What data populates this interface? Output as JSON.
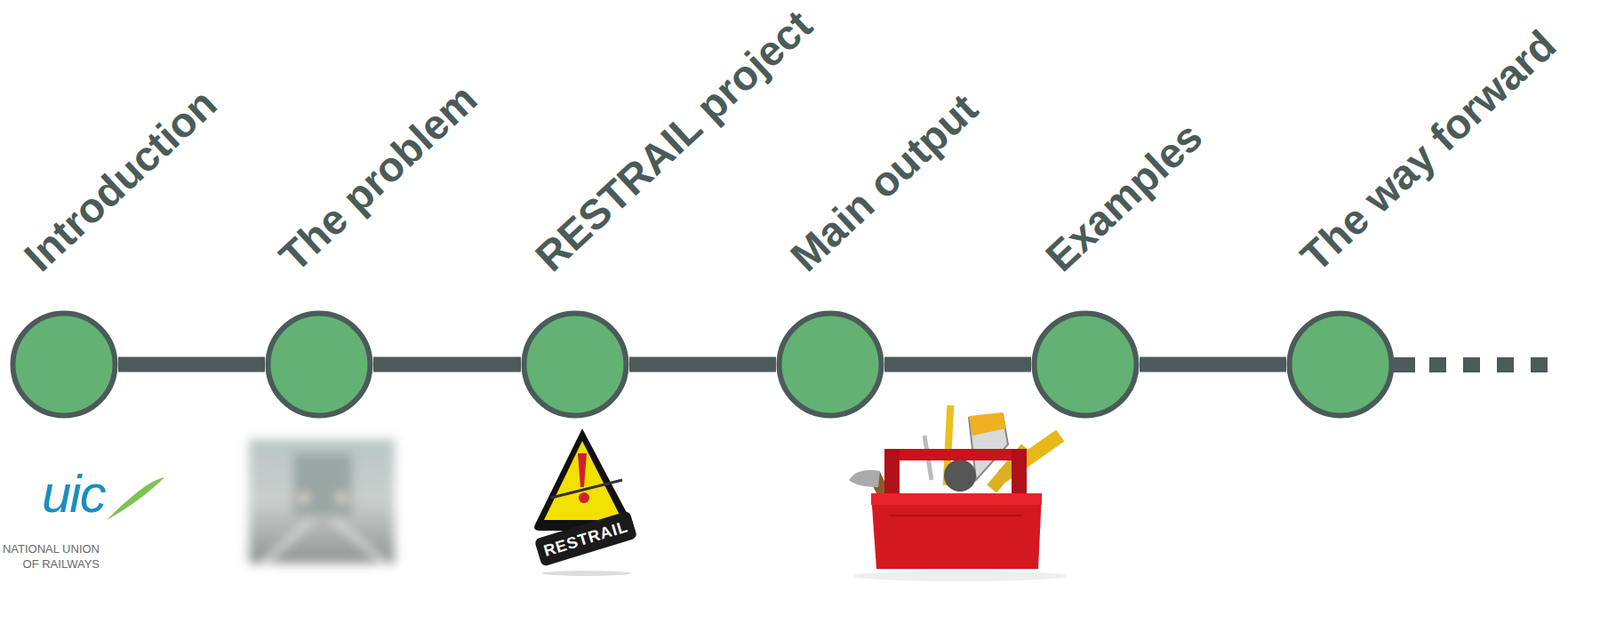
{
  "diagram": {
    "nodes": [
      {
        "text": [
          "Introduction"
        ]
      },
      {
        "text": [
          "The problem"
        ]
      },
      {
        "text": [
          "RESTRAIL project"
        ]
      },
      {
        "text": [
          "Main output"
        ]
      },
      {
        "text": [
          "Examples"
        ]
      },
      {
        "text": [
          "The way forward"
        ]
      }
    ],
    "edges": [
      {
        "from": 0,
        "to": 1,
        "arrow": "none"
      },
      {
        "from": 1,
        "to": 2,
        "arrow": "none"
      },
      {
        "from": 2,
        "to": 3,
        "arrow": "none"
      },
      {
        "from": 3,
        "to": 4,
        "arrow": "none"
      },
      {
        "from": 4,
        "to": 5,
        "arrow": "none"
      }
    ],
    "labels": [
      "uic",
      "NATIONAL UNION",
      "OF RAILWAYS",
      "RESTRAIL"
    ]
  }
}
